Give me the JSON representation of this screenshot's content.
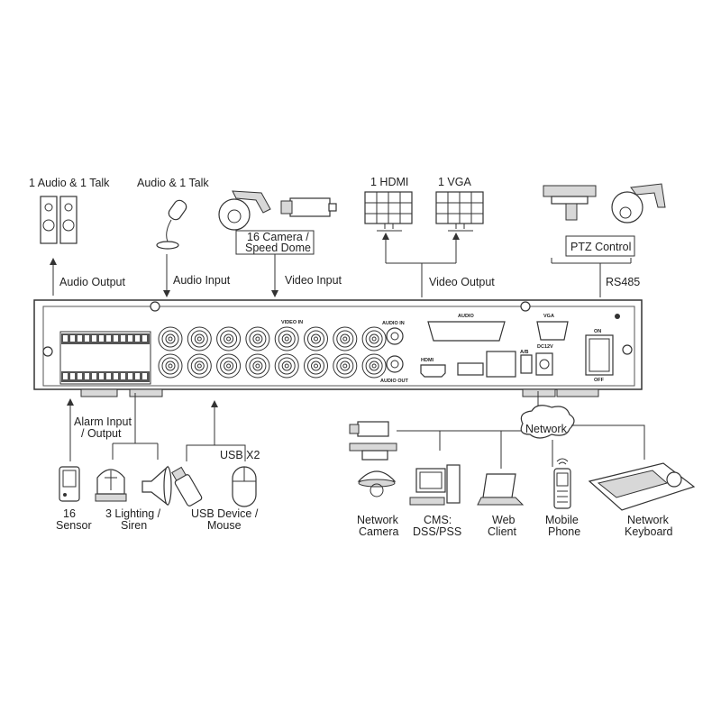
{
  "top_labels": {
    "speakers": "1 Audio  & 1 Talk",
    "microphone": "Audio & 1 Talk",
    "cameras_line1": "16 Camera /",
    "cameras_line2": "Speed Dome",
    "hdmi": "1 HDMI",
    "vga": "1 VGA",
    "ptz": "PTZ Control",
    "audio_output": "Audio  Output",
    "audio_input": "Audio  Input",
    "video_input": "Video Input",
    "video_output": "Video Output",
    "rs485": "RS485"
  },
  "panel": {
    "video_in": "VIDEO IN",
    "audio_in": "AUDIO IN",
    "audio_out": "AUDIO OUT",
    "audio": "AUDIO",
    "vga": "VGA",
    "hdmi": "HDMI",
    "ab": "A/B",
    "dc": "DC12V",
    "on": "ON",
    "off": "OFF"
  },
  "bottom_labels": {
    "alarm_line1": "Alarm Input",
    "alarm_line2": "/ Output",
    "usb": "USB X2",
    "network": "Network",
    "sensor_line1": "16",
    "sensor_line2": "Sensor",
    "siren_line1": "3 Lighting /",
    "siren_line2": "Siren",
    "usbdev_line1": "USB Device /",
    "usbdev_line2": "Mouse",
    "netcam_line1": "Network",
    "netcam_line2": "Camera",
    "cms_line1": "CMS:",
    "cms_line2": "DSS/PSS",
    "web_line1": "Web",
    "web_line2": "Client",
    "mobile_line1": "Mobile",
    "mobile_line2": "Phone",
    "keyboard_line1": "Network",
    "keyboard_line2": "Keyboard"
  }
}
